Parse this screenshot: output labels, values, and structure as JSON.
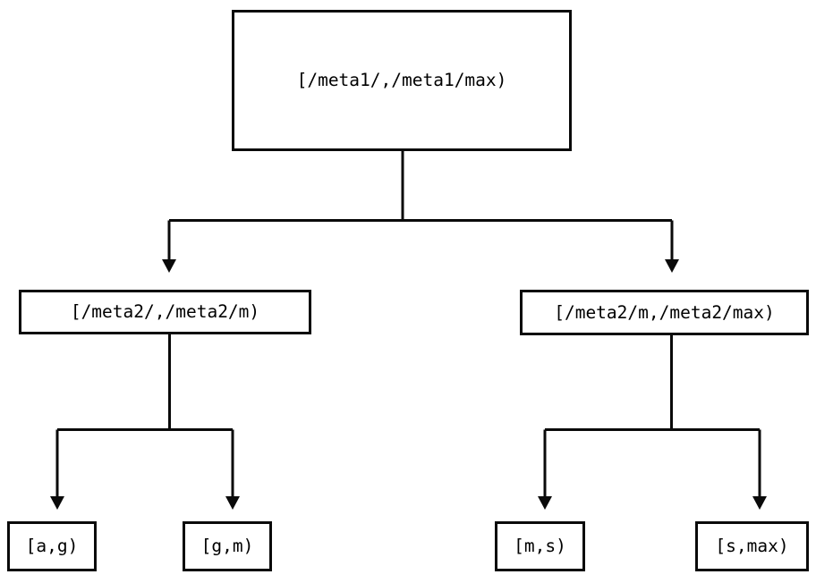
{
  "diagram": {
    "type": "tree",
    "background_color": "#ffffff",
    "line_color": "#0a0a0a",
    "text_color": "#000000",
    "levels": 3,
    "nodes": {
      "root": {
        "label": "[/meta1/,/meta1/max)",
        "level": 0
      },
      "mid_left": {
        "label": "[/meta2/,/meta2/m)",
        "level": 1
      },
      "mid_right": {
        "label": "[/meta2/m,/meta2/max)",
        "level": 1
      },
      "leaf_ag": {
        "label": "[a,g)",
        "level": 2
      },
      "leaf_gm": {
        "label": "[g,m)",
        "level": 2
      },
      "leaf_ms": {
        "label": "[m,s)",
        "level": 2
      },
      "leaf_smax": {
        "label": "[s,max)",
        "level": 2
      }
    },
    "edges": [
      {
        "from": "root",
        "to": "mid_left",
        "arrow": "down"
      },
      {
        "from": "root",
        "to": "mid_right",
        "arrow": "down"
      },
      {
        "from": "mid_left",
        "to": "leaf_ag",
        "arrow": "down"
      },
      {
        "from": "mid_left",
        "to": "leaf_gm",
        "arrow": "down"
      },
      {
        "from": "mid_right",
        "to": "leaf_ms",
        "arrow": "down"
      },
      {
        "from": "mid_right",
        "to": "leaf_smax",
        "arrow": "down"
      }
    ]
  }
}
